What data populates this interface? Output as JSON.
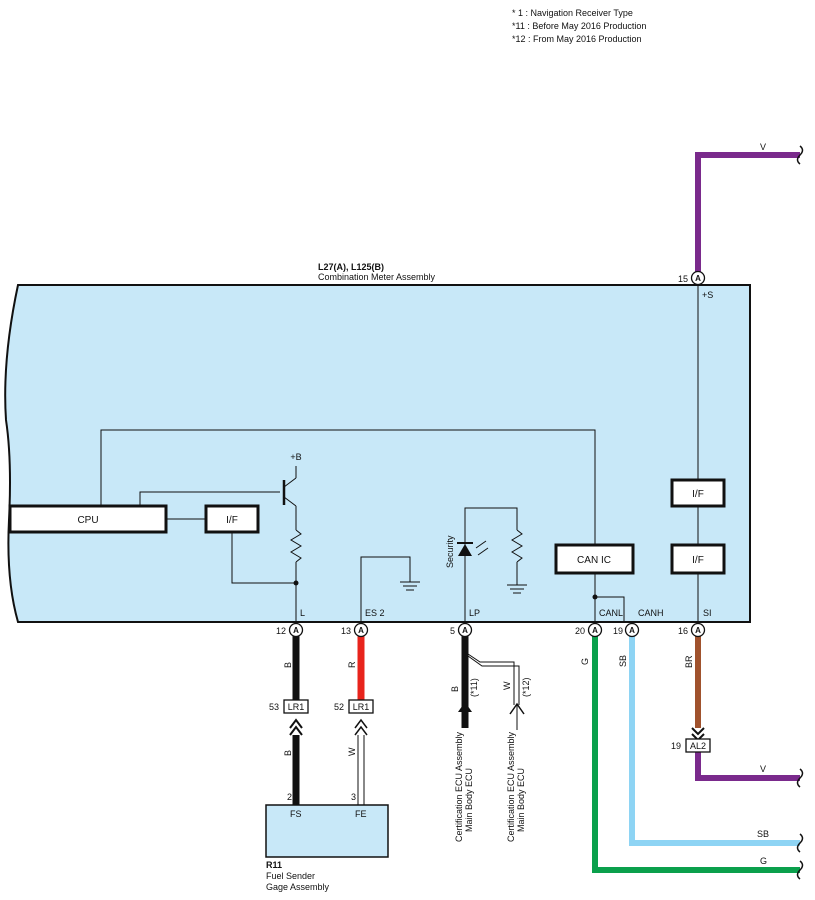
{
  "notes": [
    "* 1 : Navigation Receiver Type",
    "*11 : Before May 2016 Production",
    "*12 : From May 2016 Production"
  ],
  "meter": {
    "code": "L27(A), L125(B)",
    "name": "Combination Meter Assembly",
    "pin_letter": "A",
    "top_pin": {
      "num": "15",
      "label": "+S"
    },
    "blocks": {
      "cpu": "CPU",
      "if_left": "I/F",
      "can_ic": "CAN IC",
      "if_right_top": "I/F",
      "if_right_bottom": "I/F"
    },
    "plus_b": "+B",
    "security": "Security",
    "bottom_pins": [
      {
        "num": "12",
        "label": "L"
      },
      {
        "num": "13",
        "label": "ES 2"
      },
      {
        "num": "5",
        "label": "LP"
      },
      {
        "num": "20",
        "label": "CANL"
      },
      {
        "num": "19",
        "label": "CANH"
      },
      {
        "num": "16",
        "label": "SI"
      }
    ]
  },
  "wires": {
    "top_v": "V",
    "pin12_upper": "B",
    "pin12_lower": "B",
    "pin13_upper": "R",
    "pin13_lower": "W",
    "pin5_main": "B",
    "pin5_branch": "W",
    "pin5_note1": "(*11)",
    "pin5_note2": "(*12)",
    "pin20": "G",
    "pin19": "SB",
    "pin16": "BR",
    "bottom_v": "V",
    "bottom_sb": "SB",
    "bottom_g": "G"
  },
  "connectors": {
    "lr1_a": {
      "num": "53",
      "name": "LR1"
    },
    "lr1_b": {
      "num": "52",
      "name": "LR1"
    },
    "al2": {
      "num": "19",
      "name": "AL2"
    }
  },
  "sender": {
    "code": "R11",
    "name_line1": "Fuel Sender",
    "name_line2": "Gage Assembly",
    "pin_fs_num": "2",
    "pin_fs": "FS",
    "pin_fe_num": "3",
    "pin_fe": "FE"
  },
  "destinations": {
    "ecu1_line1": "Certification ECU Assembly",
    "ecu1_line2": "Main Body ECU",
    "ecu2_line1": "Certification ECU Assembly",
    "ecu2_line2": "Main Body ECU"
  },
  "colors": {
    "panel": "#c8e8f8",
    "violet": "#7a2a8c",
    "red": "#e8241c",
    "green": "#0aa04c",
    "sky": "#8ed4f4",
    "brown": "#a0522d",
    "black": "#111111"
  }
}
